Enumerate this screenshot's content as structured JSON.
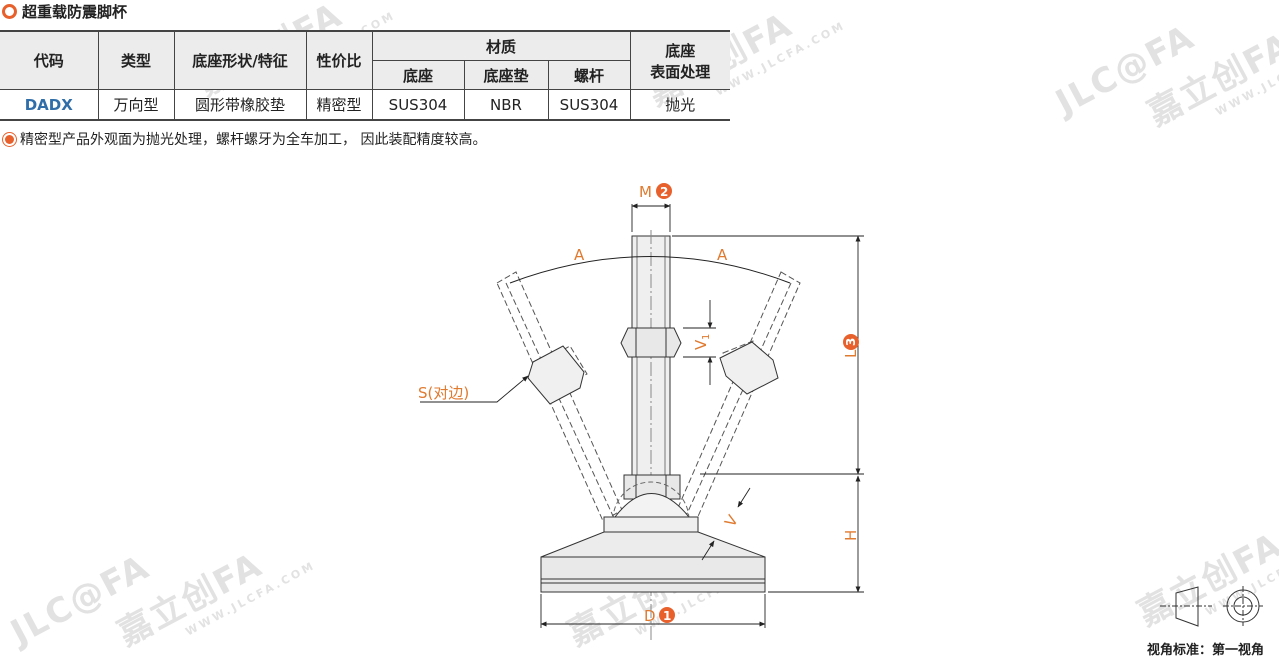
{
  "title": "超重载防震脚杯",
  "table": {
    "headers": {
      "code": "代码",
      "type": "类型",
      "shape": "底座形状/特征",
      "value": "性价比",
      "material": "材质",
      "mat_base": "底座",
      "mat_pad": "底座垫",
      "mat_screw": "螺杆",
      "surface_line1": "底座",
      "surface_line2": "表面处理"
    },
    "row": {
      "code": "DADX",
      "type": "万向型",
      "shape": "圆形带橡胶垫",
      "value": "精密型",
      "mat_base": "SUS304",
      "mat_pad": "NBR",
      "mat_screw": "SUS304",
      "surface": "抛光"
    }
  },
  "note": "精密型产品外观面为抛光处理，螺杆螺牙为全车加工， 因此装配精度较高。",
  "drawing": {
    "label_m": "M",
    "badge_m": "2",
    "label_a_left": "A",
    "label_a_right": "A",
    "label_v1": "V",
    "label_v1_sub": "1",
    "label_l": "L",
    "badge_l": "3",
    "label_s": "S(对边)",
    "label_v": "V",
    "label_h": "H",
    "label_d": "D",
    "badge_d": "1"
  },
  "watermark": {
    "brand": "嘉立创FA",
    "logo": "JLC@FA",
    "url": "WWW.JLCFA.COM"
  },
  "view_label": "视角标准：第一视角",
  "colors": {
    "accent": "#e8612c",
    "code_blue": "#2f6ea8",
    "dim_orange": "#e07a2f"
  }
}
